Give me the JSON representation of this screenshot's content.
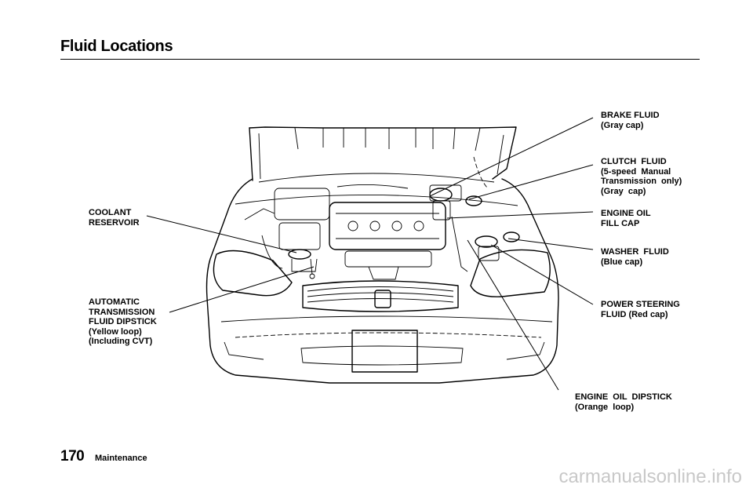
{
  "header": {
    "title": "Fluid Locations"
  },
  "labels": {
    "brake_fluid": "BRAKE FLUID\n(Gray cap)",
    "clutch_fluid": "CLUTCH  FLUID\n(5-speed  Manual\nTransmission  only)\n(Gray  cap)",
    "engine_oil_fill": "ENGINE OIL\nFILL CAP",
    "washer_fluid": "WASHER  FLUID\n(Blue cap)",
    "power_steering": "POWER STEERING\nFLUID (Red cap)",
    "engine_oil_dipstick": "ENGINE  OIL  DIPSTICK\n(Orange  loop)",
    "coolant": "COOLANT\nRESERVOIR",
    "atf_dipstick": "AUTOMATIC\nTRANSMISSION\nFLUID DIPSTICK\n(Yellow loop)\n(Including CVT)"
  },
  "footer": {
    "page_number": "170",
    "section": "Maintenance",
    "watermark": "carmanualsonline.info"
  }
}
